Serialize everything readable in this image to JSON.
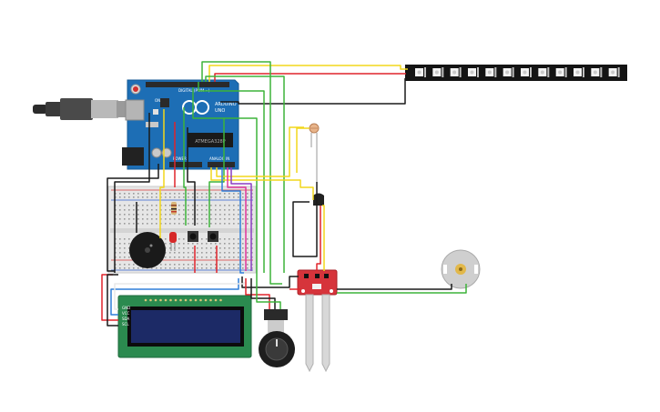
{
  "arduino": {
    "brand_text": "ARDUINO",
    "model_text": "UNO",
    "digital_header_label": "DIGITAL (PWM ~)",
    "analog_header_label": "ANALOG IN",
    "power_header_label": "POWER",
    "chip_label": "ATMEGA328P",
    "on_label": "ON"
  },
  "lcd": {
    "pin_labels": [
      "GND",
      "VCC",
      "SDA",
      "SCL"
    ]
  },
  "led_strip": {
    "pixel_count": 12
  },
  "colors": {
    "wire_red": "#e0242b",
    "wire_black": "#1a1a1a",
    "wire_green": "#3db33a",
    "wire_yellow": "#f2d71b",
    "wire_blue": "#2f7fd8",
    "wire_white": "#e8e8e8",
    "wire_pink": "#e0359b",
    "wire_purple": "#8a3fc2",
    "arduino_board": "#1d6eb5",
    "breadboard": "#e6e6e6",
    "lcd_screen": "#1c2a66",
    "lcd_pcb": "#2b8a4f",
    "sensor_pcb": "#d6343b"
  }
}
